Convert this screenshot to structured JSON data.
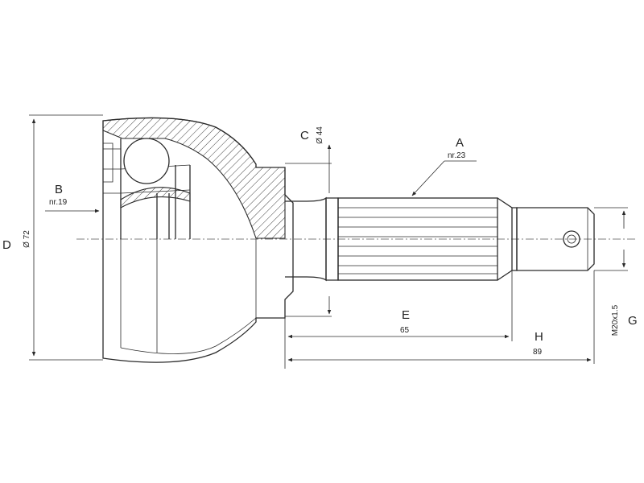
{
  "labels": {
    "A": "A",
    "A_sub": "nr.23",
    "B": "B",
    "B_sub": "nr.19",
    "C": "C",
    "C_sub": "Ø 44",
    "D": "D",
    "D_sub": "Ø 72",
    "E": "E",
    "E_sub": "65",
    "H": "H",
    "H_sub": "89",
    "G": "G",
    "G_sub": "M20x1.5"
  },
  "colors": {
    "line": "#2a2a2a",
    "background": "#ffffff"
  }
}
